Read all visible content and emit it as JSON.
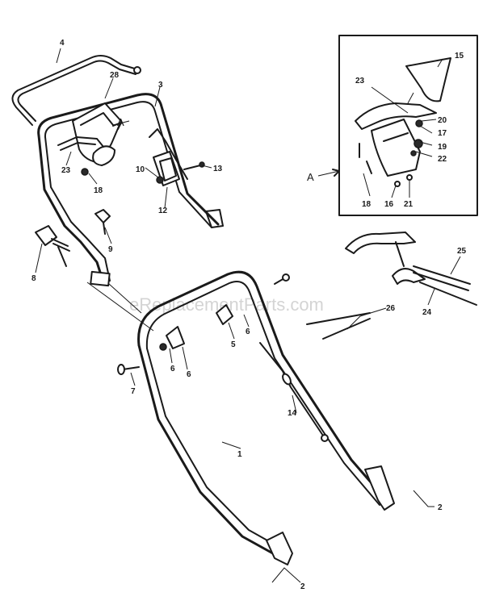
{
  "watermark": "eReplacementParts.com",
  "detail_label": "A",
  "callouts": {
    "c1": "1",
    "c2a": "2",
    "c2b": "2",
    "c3": "3",
    "c4": "4",
    "c5": "5",
    "c6a": "6",
    "c6b": "6",
    "c6c": "6",
    "c7": "7",
    "c8": "8",
    "c9": "9",
    "c10": "10",
    "c12": "12",
    "c13": "13",
    "c14": "14",
    "c15": "15",
    "c16": "16",
    "c17": "17",
    "c18a": "18",
    "c18b": "18",
    "c19": "19",
    "c20": "20",
    "c21": "21",
    "c22": "22",
    "c23a": "23",
    "c23b": "23",
    "c24": "24",
    "c25": "25",
    "c26": "26",
    "c28": "28",
    "cA1": "A",
    "cA2": "A"
  }
}
